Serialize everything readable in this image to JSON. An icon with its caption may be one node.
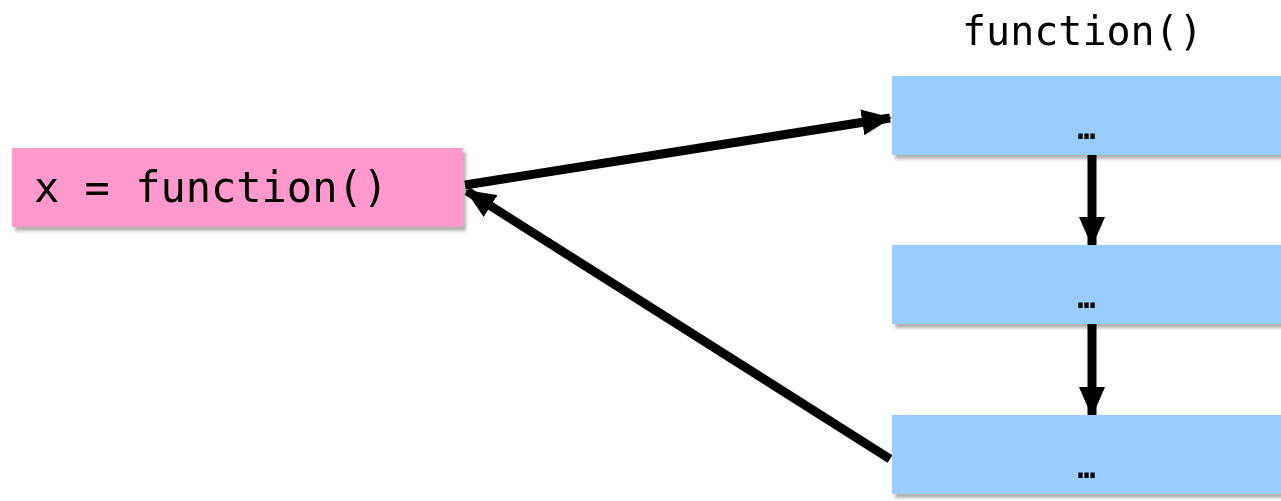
{
  "diagram": {
    "nodes": [
      {
        "text": [
          "x = function()"
        ]
      },
      {
        "text": [
          "…"
        ]
      },
      {
        "text": [
          "…"
        ]
      },
      {
        "text": [
          "…"
        ]
      }
    ],
    "edges": [
      {
        "from": 0,
        "to": 1,
        "arrow": "to"
      },
      {
        "from": 1,
        "to": 2,
        "arrow": "to"
      },
      {
        "from": 2,
        "to": 3,
        "arrow": "to"
      },
      {
        "from": 3,
        "to": 0,
        "arrow": "to"
      }
    ],
    "labels": [
      "function()"
    ]
  }
}
